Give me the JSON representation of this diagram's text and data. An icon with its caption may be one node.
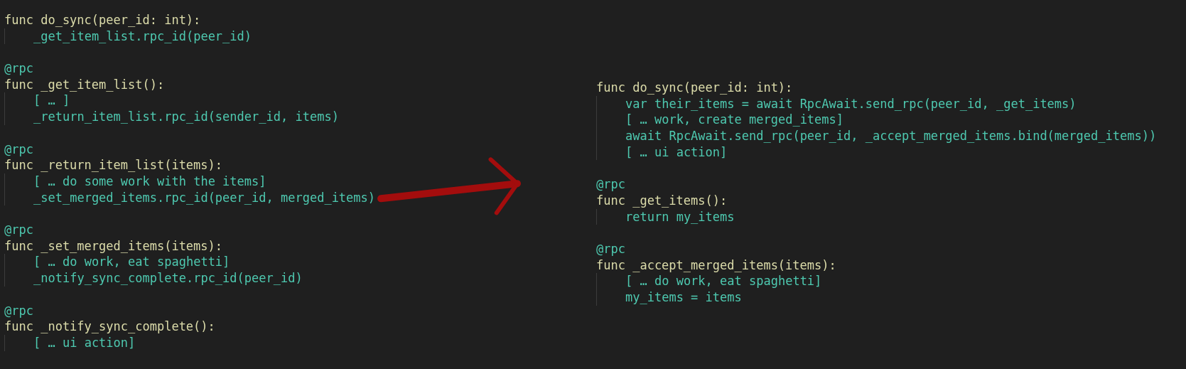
{
  "diagram": {
    "nodes": [
      {
        "text": [
          "func do_sync(peer_id: int):",
          "_get_item_list.rpc_id(peer_id)"
        ]
      },
      {
        "text": [
          "@rpc",
          "func _get_item_list():",
          "[ … ]",
          "_return_item_list.rpc_id(sender_id, items)"
        ]
      },
      {
        "text": [
          "@rpc",
          "func _return_item_list(items):",
          "[ … do some work with the items]",
          "_set_merged_items.rpc_id(peer_id, merged_items)"
        ]
      },
      {
        "text": [
          "@rpc",
          "func _set_merged_items(items):",
          "[ … do work, eat spaghetti]",
          "_notify_sync_complete.rpc_id(peer_id)"
        ]
      },
      {
        "text": [
          "@rpc",
          "func _notify_sync_complete():",
          "[ … ui action]"
        ]
      },
      {
        "text": [
          "func do_sync(peer_id: int):",
          "var their_items = await RpcAwait.send_rpc(peer_id, _get_items)",
          "[ … work, create merged_items]",
          "await RpcAwait.send_rpc(peer_id, _accept_merged_items.bind(merged_items))",
          "[ … ui action]"
        ]
      },
      {
        "text": [
          "@rpc",
          "func _get_items():",
          "return my_items"
        ]
      },
      {
        "text": [
          "@rpc",
          "func _accept_merged_items(items):",
          "[ … do work, eat spaghetti]",
          "my_items = items"
        ]
      }
    ],
    "edges": [
      {
        "from": 2,
        "to": 6,
        "arrow": "to",
        "color": "#a30d0d"
      }
    ]
  }
}
